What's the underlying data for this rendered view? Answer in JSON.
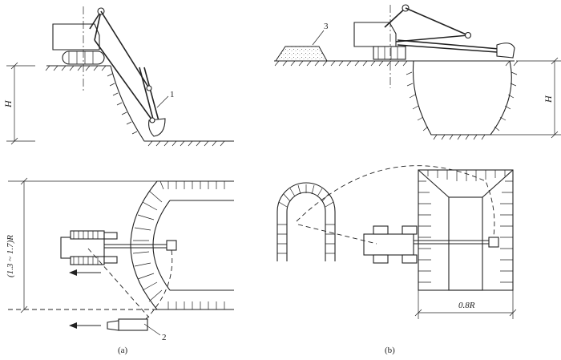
{
  "labels": {
    "H_left": "H",
    "H_right": "H",
    "width_range": "(1.3 ~ 1.7)R",
    "width_b": "0.8R",
    "callout_1": "1",
    "callout_2": "2",
    "callout_3": "3",
    "caption_a": "(a)",
    "caption_b": "(b)"
  }
}
